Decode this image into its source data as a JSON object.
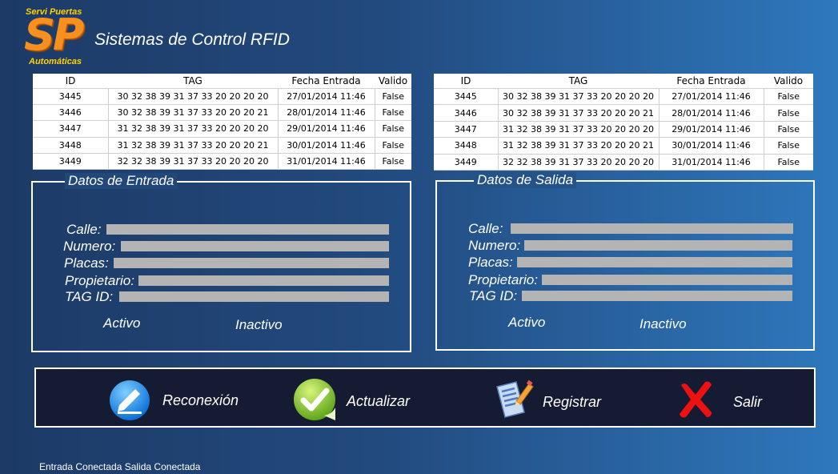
{
  "logo": {
    "top_text": "Servi Puertas",
    "mark": "SP",
    "bottom_text": "Automáticas"
  },
  "app_title": "Sistemas de Control RFID",
  "colors": {
    "accent_orange": "#f7901e",
    "logo_yellow": "#ffd200",
    "field_bar": "#b4b4b4",
    "toolbar_bg": "#151b32"
  },
  "entrada_table": {
    "headers": [
      "ID",
      "TAG",
      "Fecha Entrada",
      "Valido"
    ],
    "rows": [
      [
        "3445",
        "30 32 38 39 31 37 33 20 20 20 20",
        "27/01/2014 11:46",
        "False"
      ],
      [
        "3446",
        "30 32 38 39 31 37 33 20 20 20 21",
        "28/01/2014 11:46",
        "False"
      ],
      [
        "3447",
        "31 32 38 39 31 37 33 20 20 20 20",
        "29/01/2014 11:46",
        "False"
      ],
      [
        "3448",
        "31 32 38 39 31 37 33 20 20 20 21",
        "30/01/2014 11:46",
        "False"
      ],
      [
        "3449",
        "32 32 38 39 31 37 33 20 20 20 20",
        "31/01/2014 11:46",
        "False"
      ]
    ]
  },
  "salida_table": {
    "headers": [
      "ID",
      "TAG",
      "Fecha Entrada",
      "Valido"
    ],
    "rows": [
      [
        "3445",
        "30 32 38 39 31 37 33 20 20 20 20",
        "27/01/2014 11:46",
        "False"
      ],
      [
        "3446",
        "30 32 38 39 31 37 33 20 20 20 21",
        "28/01/2014 11:46",
        "False"
      ],
      [
        "3447",
        "31 32 38 39 31 37 33 20 20 20 20",
        "29/01/2014 11:46",
        "False"
      ],
      [
        "3448",
        "31 32 38 39 31 37 33 20 20 20 21",
        "30/01/2014 11:46",
        "False"
      ],
      [
        "3449",
        "32 32 38 39 31 37 33 20 20 20 20",
        "31/01/2014 11:46",
        "False"
      ]
    ]
  },
  "entrada_panel": {
    "title": "Datos de Entrada",
    "fields": {
      "calle": "Calle:",
      "numero": "Numero:",
      "placas": "Placas:",
      "propietario": "Propietario:",
      "tag_id": "TAG ID:"
    },
    "activo": "Activo",
    "inactivo": "Inactivo"
  },
  "salida_panel": {
    "title": "Datos de Salida",
    "fields": {
      "calle": "Calle:",
      "numero": "Numero:",
      "placas": "Placas:",
      "propietario": "Propietario:",
      "tag_id": "TAG ID:"
    },
    "activo": "Activo",
    "inactivo": "Inactivo"
  },
  "toolbar": {
    "reconexion": {
      "label": "Reconexión",
      "icon": "pen-edit-icon"
    },
    "actualizar": {
      "label": "Actualizar",
      "icon": "checkmark-icon"
    },
    "registrar": {
      "label": "Registrar",
      "icon": "form-pencil-icon"
    },
    "salir": {
      "label": "Salir",
      "icon": "red-x-icon"
    }
  },
  "status_bar": "Entrada Conectada Salida Conectada"
}
